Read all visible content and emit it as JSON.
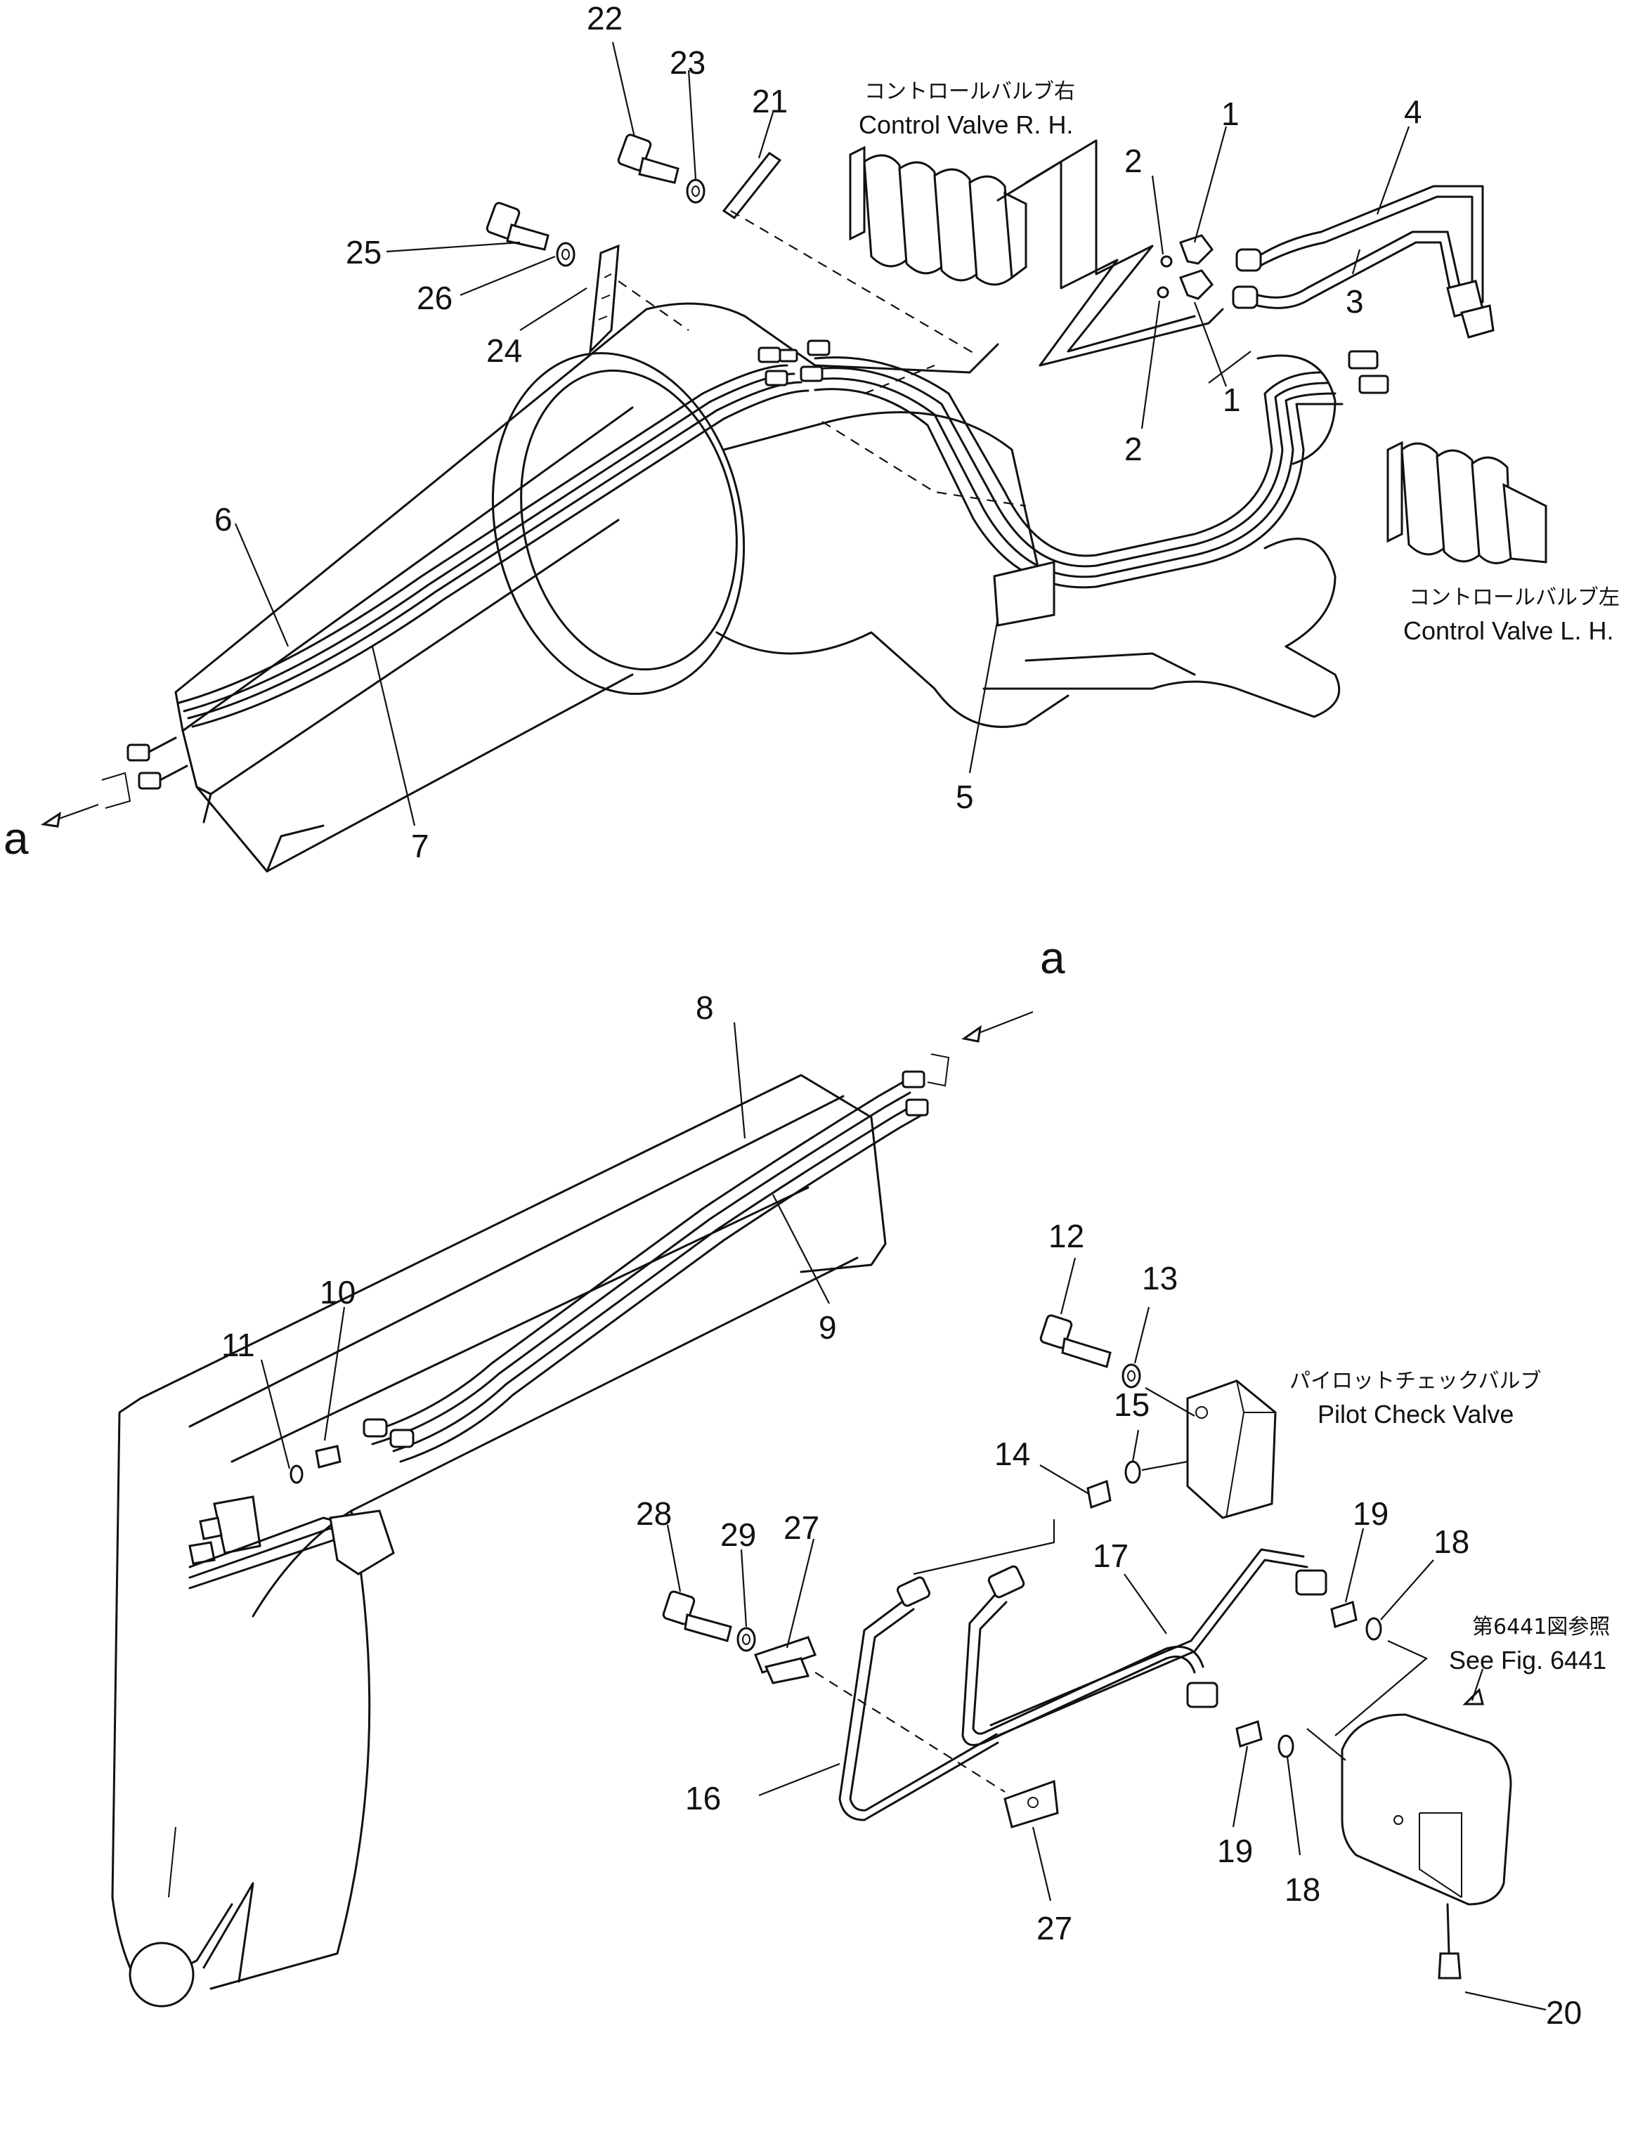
{
  "labels": {
    "cv_rh_jp": "コントロールバルブ右",
    "cv_rh_en": "Control Valve R. H.",
    "cv_lh_jp": "コントロールバルブ左",
    "cv_lh_en": "Control Valve L. H.",
    "pcv_jp": "パイロットチェックバルブ",
    "pcv_en": "Pilot Check Valve",
    "fig_jp": "第6441図参照",
    "fig_en": "See Fig. 6441"
  },
  "connectors": {
    "a_top": "a",
    "a_bottom": "a"
  },
  "callouts": {
    "c1a": "1",
    "c1b": "1",
    "c2a": "2",
    "c2b": "2",
    "c3": "3",
    "c4": "4",
    "c5": "5",
    "c6": "6",
    "c7": "7",
    "c8": "8",
    "c9": "9",
    "c10": "10",
    "c11": "11",
    "c12": "12",
    "c13": "13",
    "c14": "14",
    "c15": "15",
    "c16": "16",
    "c17": "17",
    "c18a": "18",
    "c18b": "18",
    "c19a": "19",
    "c19b": "19",
    "c20": "20",
    "c21": "21",
    "c22": "22",
    "c23": "23",
    "c24": "24",
    "c25": "25",
    "c26": "26",
    "c27a": "27",
    "c27b": "27",
    "c28": "28",
    "c29": "29"
  }
}
